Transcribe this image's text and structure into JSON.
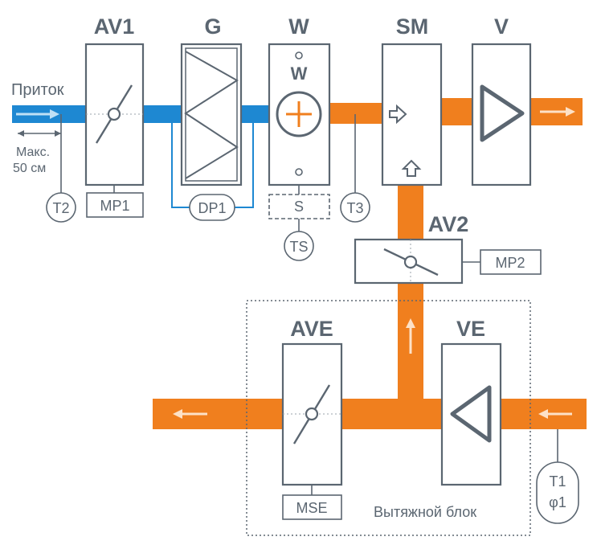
{
  "components": {
    "av1": {
      "label": "AV1"
    },
    "g": {
      "label": "G"
    },
    "w": {
      "label": "W",
      "inner_label": "W"
    },
    "sm": {
      "label": "SM"
    },
    "v": {
      "label": "V"
    },
    "av2": {
      "label": "AV2"
    },
    "ave": {
      "label": "AVE"
    },
    "ve": {
      "label": "VE"
    }
  },
  "inlet": {
    "label": "Приток",
    "max_distance_line1": "Макс.",
    "max_distance_line2": "50 см"
  },
  "sensors": {
    "t2": "T2",
    "mp1": "MP1",
    "dp1": "DP1",
    "s": "S",
    "ts": "TS",
    "t3": "T3",
    "mp2": "MP2",
    "mse": "MSE",
    "t1": "T1",
    "phi1": "φ1"
  },
  "exhaust_block": {
    "label": "Вытяжной блок"
  },
  "colors": {
    "supply": "#1e88d2",
    "exhaust": "#f07f1e",
    "outline": "#5b6671"
  }
}
